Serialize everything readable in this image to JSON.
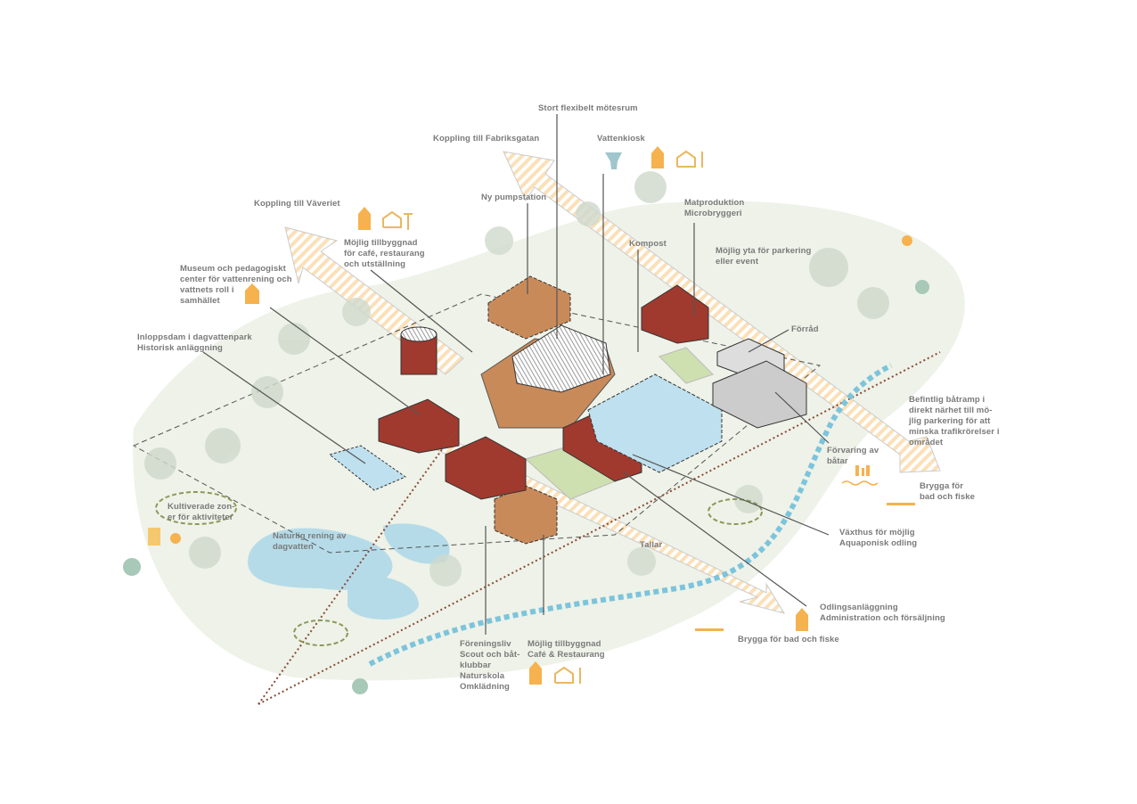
{
  "labels": {
    "meeting_room": "Stort flexibelt mötesrum",
    "fabriksgatan": "Koppling till Fabriksgatan",
    "water_kiosk": "Vattenkiosk",
    "pump_station": "Ny pumpstation",
    "food_production": "Matproduktion\nMicrobryggeri",
    "vaveriet": "Koppling till Väveriet",
    "cafe_extension": "Möjlig tillbyggnad\nför café, restaurang\noch utställning",
    "compost": "Kompost",
    "parking_event": "Möjlig yta för parkering\neller event",
    "museum": "Museum och pedagogiskt\ncenter för vattenrening och\nvattnets roll i\nsamhället",
    "inlet_pond": "Inloppsdam i dagvattenpark\nHistorisk anläggning",
    "storage": "Förråd",
    "boat_ramp": "Befintlig båtramp i\ndirekt närhet till mö-\njlig parkering för att\nminska trafikrörelser i\nområdet",
    "boat_storage": "Förvaring av\nbåtar",
    "jetty_right": "Brygga för\nbad och fiske",
    "cultivated_zones": "Kultiverade zon-\ner för aktiviteter",
    "natural_cleaning": "Naturlig rening av\ndagvatten",
    "greenhouse": "Växthus för möjlig\nAquaponisk odling",
    "pines": "Tallar",
    "cultivation": "Odlingsanläggning\nAdministration och försäljning",
    "jetty_bottom": "Brygga för bad och fiske",
    "associations": "Föreningsliv\nScout och båt-\nklubbar\nNaturskola\nOmklädning",
    "cafe_restaurant": "Möjlig tillbyggnad\nCafé & Restaurang"
  },
  "colors": {
    "text": "#7a7a7a",
    "accent_orange": "#f6b24e",
    "water_blue": "#7cc4dc",
    "path_brown": "#8a4a36",
    "building_red": "#a03a2e",
    "timber": "#c98a5a",
    "green_zone": "#e9efe0"
  }
}
